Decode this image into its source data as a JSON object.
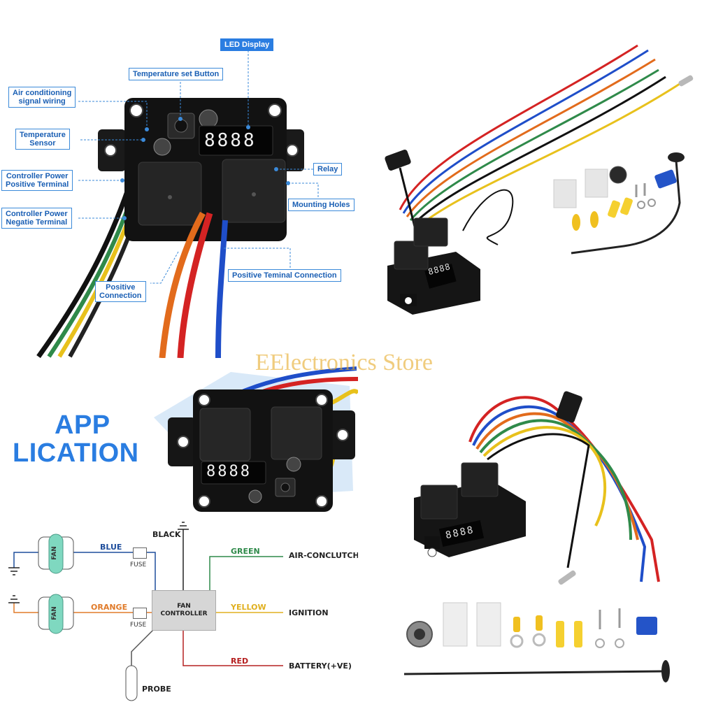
{
  "watermark": "EElectronics Store",
  "panel1": {
    "callouts": {
      "led_display": "LED Display",
      "temp_button": "Temperature set Button",
      "air_conditioning_line1": "Air conditioning",
      "air_conditioning_line2": "signal wiring",
      "temp_sensor_line1": "Temperature",
      "temp_sensor_line2": "Sensor",
      "power_pos_line1": "Controller Power",
      "power_pos_line2": "Positive Terminal",
      "power_neg_line1": "Controller Power",
      "power_neg_line2": "Negatie Terminal",
      "relay": "Relay",
      "mounting_holes": "Mounting Holes",
      "positive_conn_line1": "Positive",
      "positive_conn_line2": "Connection",
      "positive_terminal_conn": "Positive Teminal Connection"
    },
    "display_digits": "8888"
  },
  "panel3": {
    "title_line1": "APP",
    "title_line2": "LICATION",
    "display_digits": "8888",
    "diagram": {
      "fan": "FAN",
      "blue": "BLUE",
      "orange": "ORANGE",
      "fuse": "FUSE",
      "black": "BLACK",
      "green": "GREEN",
      "yellow": "YELLOW",
      "red": "RED",
      "controller_line1": "FAN",
      "controller_line2": "CONTROLLER",
      "air_conclutch": "AIR-CONCLUTCH",
      "ignition": "IGNITION",
      "battery": "BATTERY(+VE)",
      "probe": "PROBE"
    },
    "colors": {
      "blue_wire": "#1f4e9c",
      "orange_wire": "#e07b2a",
      "green_wire": "#2f8a4a",
      "yellow_wire": "#e0b020",
      "red_wire": "#b52020",
      "fan_fill": "#7fd8c0"
    }
  },
  "panel4": {
    "display_digits": "8888"
  },
  "colors": {
    "accent": "#2a7de1",
    "callout_text": "#1a5fb4"
  }
}
